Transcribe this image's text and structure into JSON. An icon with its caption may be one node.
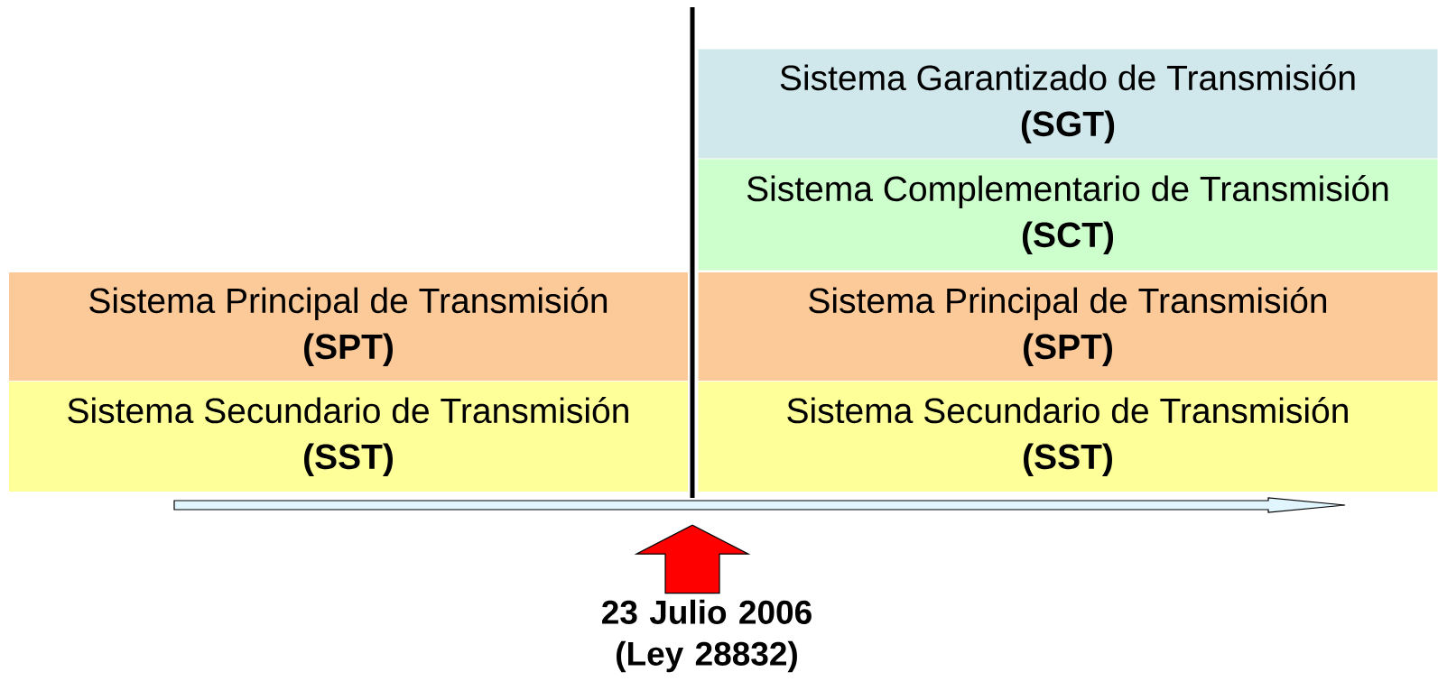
{
  "diagram": {
    "nodes": [
      {
        "text": [
          "Sistema Principal de Transmisión",
          "(SPT)"
        ]
      },
      {
        "text": [
          "Sistema Secundario de Transmisión",
          "(SST)"
        ]
      },
      {
        "text": [
          "Sistema Garantizado de Transmisión",
          "(SGT)"
        ]
      },
      {
        "text": [
          "Sistema Complementario de Transmisión",
          "(SCT)"
        ]
      },
      {
        "text": [
          "Sistema Principal de Transmisión",
          "(SPT)"
        ]
      },
      {
        "text": [
          "Sistema Secundario de Transmisión",
          "(SST)"
        ]
      },
      {
        "text": [
          "23 Julio 2006 (Ley 28832)"
        ]
      },
      {
        "text": [],
        "shape": "bar"
      }
    ],
    "edges": [
      {
        "from": 6,
        "to": 7,
        "arrow": "to",
        "color": "#ff0000"
      }
    ]
  }
}
